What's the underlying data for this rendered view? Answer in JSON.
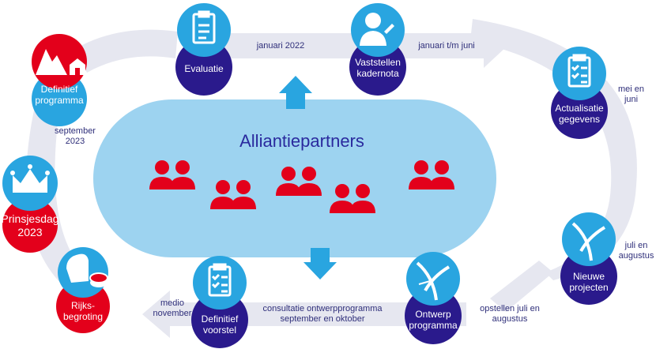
{
  "colors": {
    "track": "#e6e7f0",
    "light_blue": "#9dd3f0",
    "mid_blue": "#29a5e0",
    "dark_blue": "#2a1a8c",
    "red": "#e3001b",
    "label": "#2f2f7a"
  },
  "center": {
    "title": "Alliantiepartners"
  },
  "steps": [
    {
      "id": "evaluatie",
      "label": "Evaluatie",
      "icon": "clipboard-icon"
    },
    {
      "id": "vaststellen",
      "label": "Vaststellen\nkadernota",
      "icon": "person-signing-icon"
    },
    {
      "id": "actualisatie",
      "label": "Actualisatie\ngegevens",
      "icon": "checklist-icon"
    },
    {
      "id": "nieuwe",
      "label": "Nieuwe\nprojecten",
      "icon": "road-junction-icon"
    },
    {
      "id": "ontwerp",
      "label": "Ontwerp\nprogramma",
      "icon": "road-map-icon"
    },
    {
      "id": "voorstel",
      "label": "Definitief\nvoorstel",
      "icon": "checklist-icon"
    },
    {
      "id": "rijks",
      "label": "Rijks-\nbegroting",
      "icon": "money-hand-icon"
    },
    {
      "id": "prinsjesdag",
      "label": "Prinsjesdag\n2023",
      "icon": "crown-icon"
    },
    {
      "id": "definitief",
      "label": "Definitief\nprogramma",
      "icon": "landscape-icon"
    }
  ],
  "timing": [
    {
      "id": "t1",
      "text": "januari 2022"
    },
    {
      "id": "t2",
      "text": "januari t/m juni"
    },
    {
      "id": "t3",
      "text": "mei en\njuni"
    },
    {
      "id": "t4",
      "text": "juli en\naugustus"
    },
    {
      "id": "t5",
      "text": "opstellen juli en\naugustus"
    },
    {
      "id": "t6",
      "text": "consultatie ontwerpprogramma\nseptember en oktober"
    },
    {
      "id": "t7",
      "text": "medio\nnovember"
    },
    {
      "id": "t8",
      "text": "september\n2023"
    }
  ]
}
